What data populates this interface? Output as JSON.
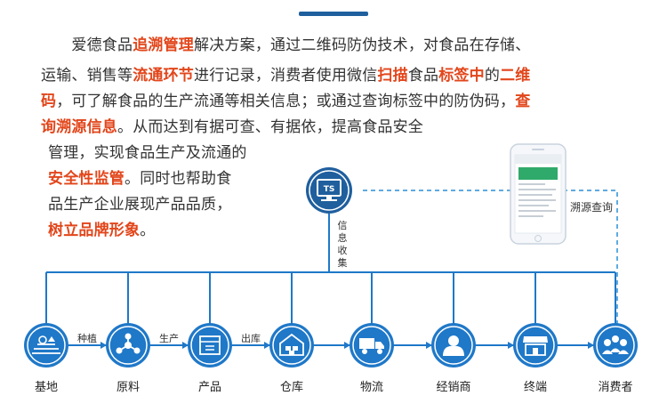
{
  "intro": {
    "lines": [
      [
        {
          "t": "　　爱德食品",
          "s": "normal"
        },
        {
          "t": "追溯管理",
          "s": "red"
        },
        {
          "t": "解决方案，通过二维码防伪技术，对食品在存储、",
          "s": "normal"
        }
      ],
      [
        {
          "t": "运输、销售等",
          "s": "normal"
        },
        {
          "t": "流通环节",
          "s": "red"
        },
        {
          "t": "进行记录，消费者使用微信",
          "s": "normal"
        },
        {
          "t": "扫描",
          "s": "red"
        },
        {
          "t": "食品",
          "s": "normal"
        },
        {
          "t": "标签中",
          "s": "red"
        },
        {
          "t": "的",
          "s": "normal"
        },
        {
          "t": "二维",
          "s": "red"
        }
      ],
      [
        {
          "t": "码",
          "s": "red"
        },
        {
          "t": "，可了解食品的生产流通等相关信息；或通过查询标签中的防伪码，",
          "s": "normal"
        },
        {
          "t": "查",
          "s": "red"
        }
      ],
      [
        {
          "t": "询溯源信息",
          "s": "red"
        },
        {
          "t": "。从而达到有据可查、有据依，提高食品安全",
          "s": "normal"
        }
      ],
      [
        {
          "t": "管理，实现食品生产及流通的",
          "s": "normal"
        }
      ],
      [
        {
          "t": "安全性监管",
          "s": "red"
        },
        {
          "t": "。同时也帮助食",
          "s": "normal"
        }
      ],
      [
        {
          "t": "品生产企业展现产品品质，",
          "s": "normal"
        }
      ],
      [
        {
          "t": "树立品牌形象",
          "s": "red"
        },
        {
          "t": "。",
          "s": "normal"
        }
      ]
    ]
  },
  "server": {
    "icon": "ts-server-icon",
    "text": "TS"
  },
  "info_collect": "信息收集",
  "trace_query": "溯源查询",
  "nodes": [
    {
      "name": "基地",
      "icon": "farm-icon"
    },
    {
      "name": "原料",
      "icon": "molecule-icon"
    },
    {
      "name": "产品",
      "icon": "box-icon"
    },
    {
      "name": "仓库",
      "icon": "warehouse-icon"
    },
    {
      "name": "物流",
      "icon": "truck-icon"
    },
    {
      "name": "经销商",
      "icon": "dealer-icon"
    },
    {
      "name": "终端",
      "icon": "store-icon"
    },
    {
      "name": "消费者",
      "icon": "consumers-icon"
    }
  ],
  "arrows": [
    "种植",
    "生产",
    "出库"
  ],
  "colors": {
    "primary": "#1f78c8",
    "dark": "#1f5f9e",
    "accent": "#e2461b",
    "dashed": "#2a8fd6"
  }
}
